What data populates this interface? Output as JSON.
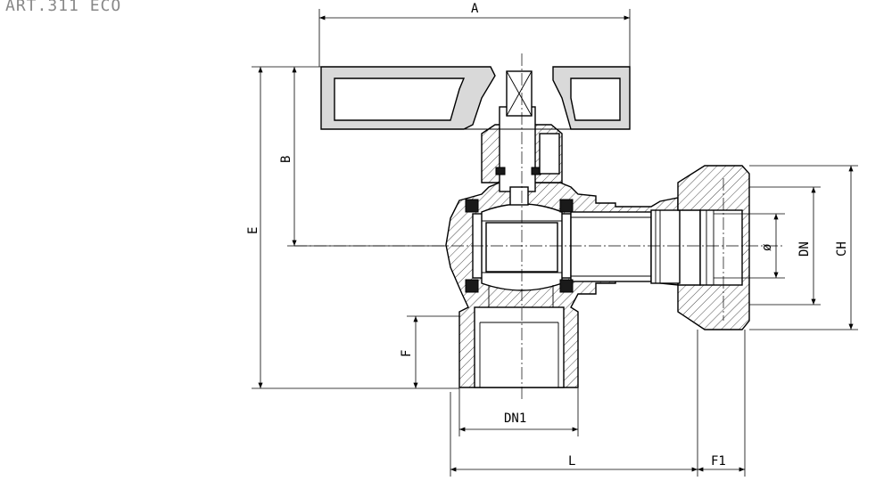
{
  "title": "ART.311 ECO",
  "dimensions": {
    "A": "A",
    "B": "B",
    "E": "E",
    "F": "F",
    "DN1": "DN1",
    "L": "L",
    "F1": "F1",
    "diameter": "ø",
    "DN": "DN",
    "CH": "CH"
  },
  "colors": {
    "line": "#000000",
    "title": "#888888",
    "handle_fill": "#d9d9d9"
  }
}
